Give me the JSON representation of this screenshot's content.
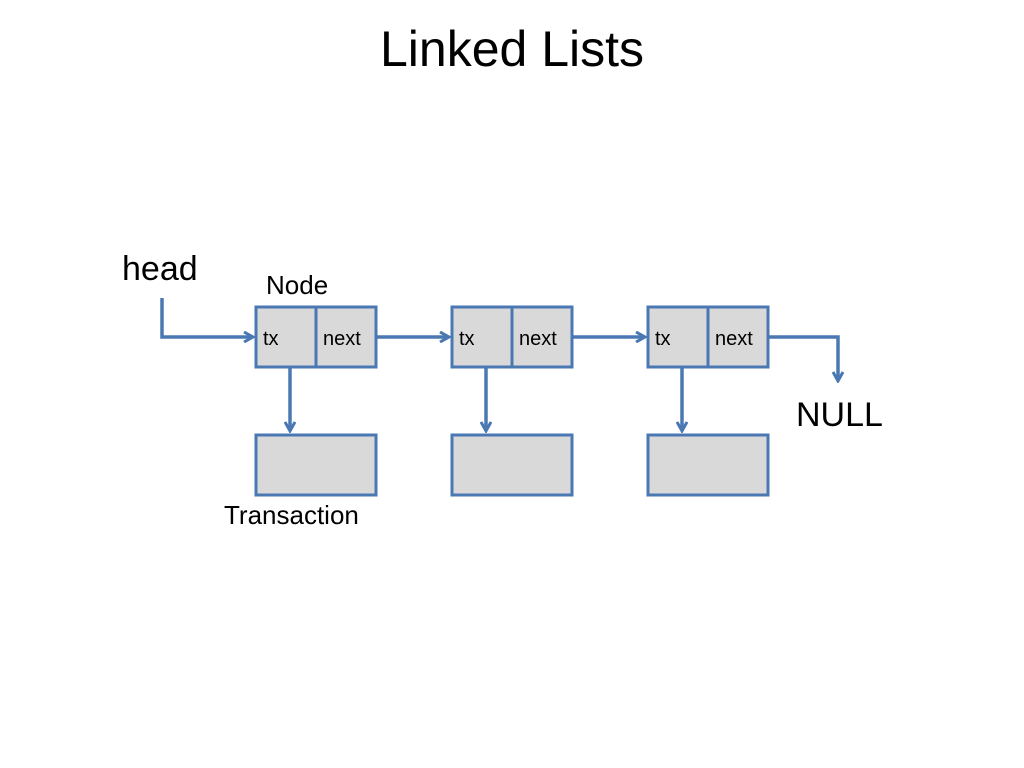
{
  "title": "Linked Lists",
  "labels": {
    "head": "head",
    "node": "Node",
    "transaction": "Transaction",
    "null": "NULL"
  },
  "nodes": [
    {
      "field1": "tx",
      "field2": "next"
    },
    {
      "field1": "tx",
      "field2": "next"
    },
    {
      "field1": "tx",
      "field2": "next"
    }
  ],
  "colors": {
    "box_fill": "#d9d9d9",
    "box_stroke": "#4a78b3",
    "arrow": "#4a78b3"
  }
}
